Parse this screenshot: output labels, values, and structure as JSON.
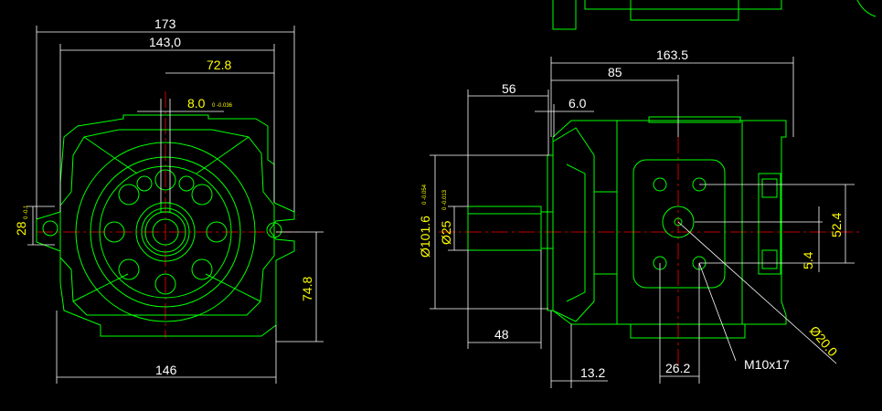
{
  "dimensions": {
    "left_width_overall": "173",
    "left_width_inner": "143,0",
    "left_half_offset": "72.8",
    "left_key_width": "8.0",
    "left_key_tol": "0 -0.036",
    "left_shaft_height": "28",
    "left_shaft_tol": "0 -0.1",
    "left_height_to_axis": "74.8",
    "left_bottom_width": "146",
    "right_length_overall": "163.5",
    "right_length_to_port": "85",
    "right_shaft_length": "56",
    "right_shoulder": "6.0",
    "right_pilot_dia": "Ø101.6",
    "right_pilot_tol": "0 -0.054",
    "right_shaft_dia": "Ø25",
    "right_shaft_tol": "0 -0.013",
    "right_shaft_key_length": "48",
    "right_flange_thickness": "13.2",
    "right_port_bolt_spacing": "26.2",
    "right_port_thread": "M10x17",
    "right_port_height": "52.4",
    "right_port_offset": "5.4",
    "right_port_dia": "Ø20.0"
  },
  "colors": {
    "background": "#000000",
    "outline": "#00ff00",
    "dimension_line": "#ffffff",
    "dimension_text": "#ffff00",
    "center_line": "#ff0000"
  }
}
